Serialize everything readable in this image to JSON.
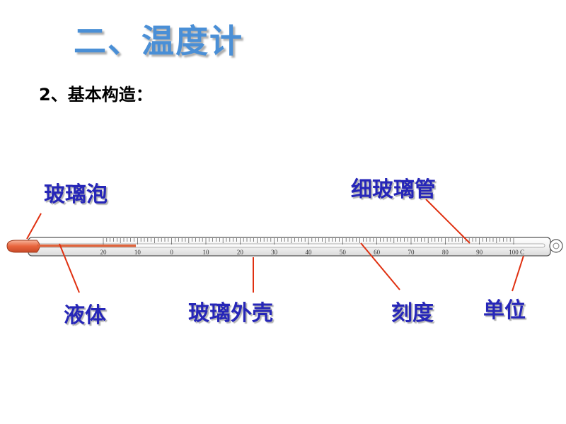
{
  "title": "二、温度计",
  "subtitle": "2、基本构造：",
  "labels": {
    "bulb": "玻璃泡",
    "capillary": "细玻璃管",
    "liquid": "液体",
    "shell": "玻璃外壳",
    "scale": "刻度",
    "unit": "单位"
  },
  "scale": {
    "numbers": [
      "20",
      "10",
      "0",
      "10",
      "20",
      "30",
      "40",
      "50",
      "60",
      "70",
      "80",
      "90",
      "100",
      "C"
    ]
  },
  "colors": {
    "title": "#4a8fd6",
    "label": "#2626b8",
    "leader": "#e03010",
    "liquid": "#e0643c"
  }
}
